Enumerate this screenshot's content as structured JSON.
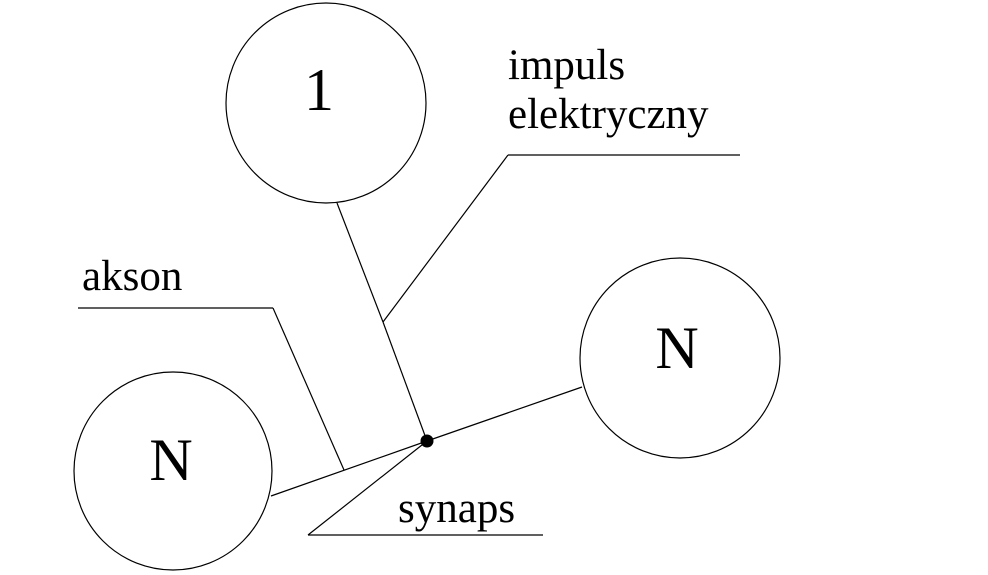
{
  "colors": {
    "background": "#ffffff",
    "stroke": "#000000",
    "text": "#000000"
  },
  "nodes": {
    "neuron_1": {
      "label": "1"
    },
    "neuron_left": {
      "label": "N"
    },
    "neuron_right": {
      "label": "N"
    }
  },
  "annotations": {
    "impuls_line1": "impuls",
    "impuls_line2": "elektryczny",
    "akson": "akson",
    "synaps": "synaps"
  }
}
